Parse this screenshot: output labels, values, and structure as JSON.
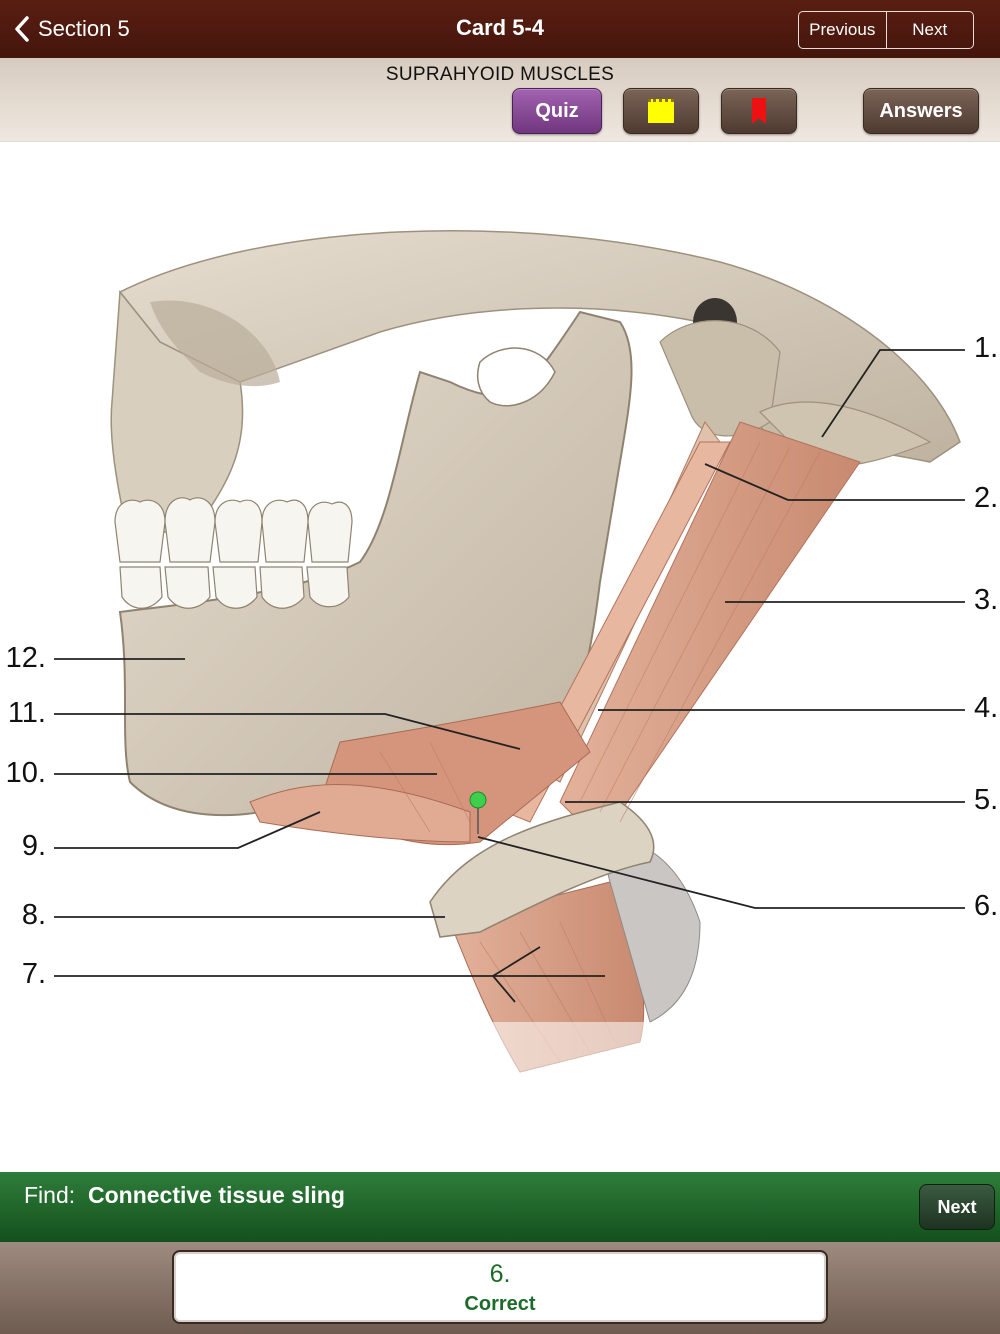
{
  "nav": {
    "back_label": "Section 5",
    "title": "Card 5-4",
    "previous_label": "Previous",
    "next_label": "Next"
  },
  "toolbar": {
    "heading": "SUPRAHYOID MUSCLES",
    "quiz_label": "Quiz",
    "notes_icon": "yellow-note-icon",
    "bookmark_icon": "red-bookmark-icon",
    "answers_label": "Answers"
  },
  "figure": {
    "labels_right": [
      "1.",
      "2.",
      "3.",
      "4.",
      "5.",
      "6."
    ],
    "labels_left": [
      "12.",
      "11.",
      "10.",
      "9.",
      "8.",
      "7."
    ],
    "colors": {
      "bone": "#d7cdbd",
      "bone_shadow": "#a89c89",
      "muscle": "#d9a088",
      "muscle_dark": "#b97860",
      "teeth": "#f6f4ee",
      "pin": "#3ecf4c"
    }
  },
  "find": {
    "prefix": "Find:",
    "term": "Connective tissue sling",
    "next_label": "Next"
  },
  "answer": {
    "number": "6.",
    "status": "Correct"
  }
}
